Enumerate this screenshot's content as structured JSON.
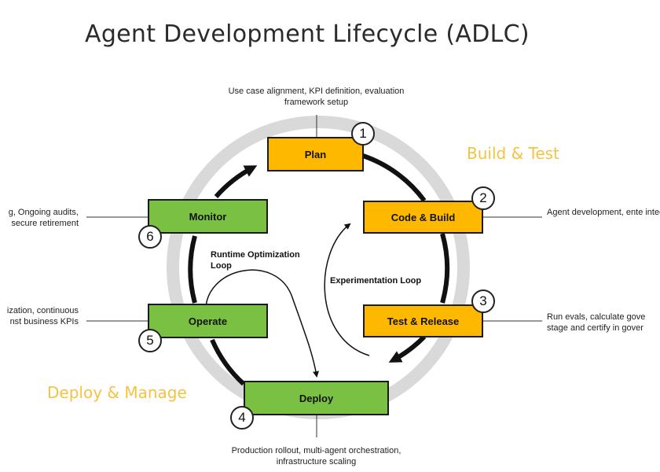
{
  "title": "Agent Development Lifecycle (ADLC)",
  "phases": {
    "build_test": "Build & Test",
    "deploy_manage": "Deploy & Manage"
  },
  "stages": {
    "plan": {
      "label": "Plan",
      "number": "1",
      "description": "Use case alignment, KPI definition, evaluation\nframework setup"
    },
    "code_build": {
      "label": "Code & Build",
      "number": "2",
      "description": "Agent development, ente\nintegration through MCP,\ninstrumentation with Ope"
    },
    "test_release": {
      "label": "Test & Release",
      "number": "3",
      "description": "Run evals, calculate gove\nstage and certify in gover"
    },
    "deploy": {
      "label": "Deploy",
      "number": "4",
      "description": "Production rollout, multi-agent orchestration,\ninfrastructure scaling"
    },
    "operate": {
      "label": "Operate",
      "number": "5",
      "description": "ization, continuous\nnst business KPIs"
    },
    "monitor": {
      "label": "Monitor",
      "number": "6",
      "description": "g, Ongoing audits,\nsecure retirement"
    }
  },
  "loops": {
    "runtime": "Runtime Optimization\nLoop",
    "experimentation": "Experimentation Loop"
  },
  "colors": {
    "build_box": "#ffb800",
    "deploy_box": "#7ac143",
    "phase_text": "#f5c242",
    "outer_ring": "#d9d9d9"
  }
}
